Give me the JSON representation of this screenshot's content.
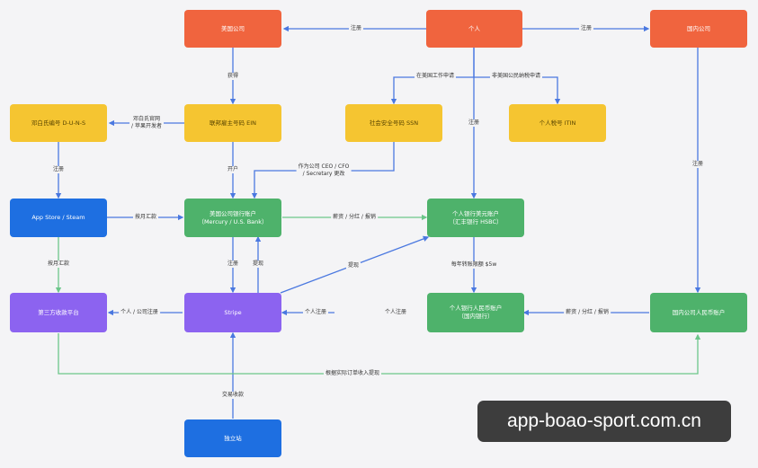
{
  "nodes": {
    "us_company": "美国公司",
    "individual": "个人",
    "domestic_company": "国内公司",
    "duns": "邓白氏编号 D-U-N-S",
    "ein": "联邦雇主号码 EIN",
    "ssn": "社会安全号码 SSN",
    "itin": "个人税号 ITIN",
    "app_store": "App Store / Steam",
    "us_bank": "美国公司银行账户\n（Mercury / U.S. Bank）",
    "personal_usd": "个人银行美元账户\n（汇丰银行 HSBC）",
    "third_party": "第三方收款平台",
    "stripe": "Stripe",
    "personal_cny": "个人银行人民币账户\n（国内银行）",
    "domestic_cny": "国内公司人民币账户",
    "independent_site": "独立站"
  },
  "edge_labels": {
    "register_us": "注册",
    "register_dom": "注册",
    "obtain": "获得",
    "work_in_us": "在美国工作申请",
    "non_citizen_tax": "非美国公民纳税申请",
    "duns_apply": "邓白氏官网\n/ 苹果开发者",
    "register_duns": "注册",
    "open_account": "开户",
    "officer_change": "作为公司 CEO / CFO\n/ Secretary 更改",
    "register_individual": "注册",
    "register_domestic": "注册",
    "monthly_remit": "按月汇款",
    "salary_dividend": "薪资 / 分红 / 报销",
    "monthly_remit_2": "按月汇款",
    "stripe_register": "注册",
    "withdraw": "提现",
    "withdraw_2": "提现",
    "annual_limit": "每年转账限额 $5w",
    "personal_company_register": "个人 / 公司注册",
    "personal_register": "个人注册",
    "personal_register_2": "个人注册",
    "salary_dividend_2": "薪资 / 分红 / 报销",
    "actual_order_income": "根据实际订单收入提现",
    "transaction_income": "交易收款"
  },
  "colors": {
    "orange": "#f0643e",
    "yellow": "#f5c531",
    "blue": "#1e6fe1",
    "green": "#4eb26b",
    "purple": "#8c63f0",
    "arrow": "#4a78e0",
    "arrow_green": "#6cc68a"
  },
  "watermark": "app-boao-sport.com.cn"
}
